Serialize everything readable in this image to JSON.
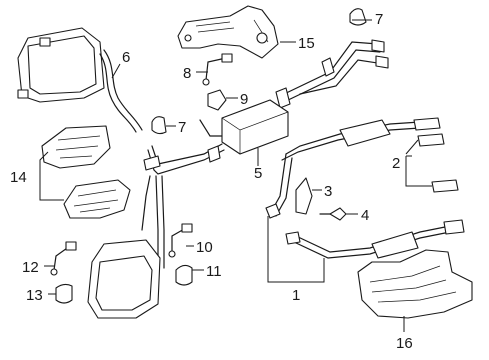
{
  "callouts": {
    "c1": "1",
    "c2": "2",
    "c3": "3",
    "c4": "4",
    "c5": "5",
    "c6": "6",
    "c7a": "7",
    "c7b": "7",
    "c8": "8",
    "c9": "9",
    "c10": "10",
    "c11": "11",
    "c12": "12",
    "c13": "13",
    "c14": "14",
    "c15": "15",
    "c16": "16"
  }
}
